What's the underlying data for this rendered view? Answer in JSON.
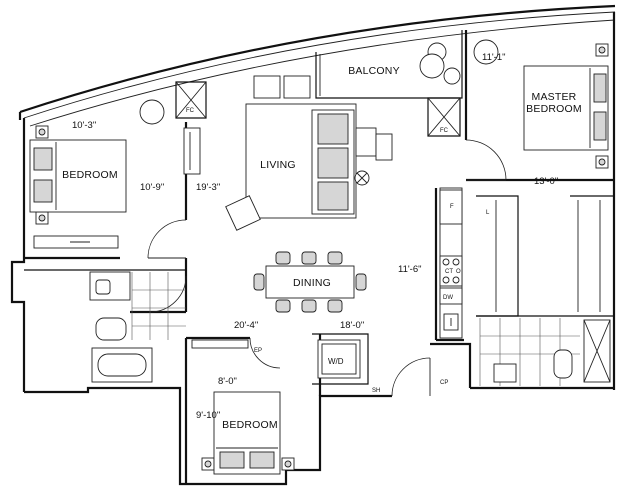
{
  "rooms": {
    "balcony": "BALCONY",
    "living": "LIVING",
    "dining": "DINING",
    "bedroom_left": "BEDROOM",
    "bedroom_bottom": "BEDROOM",
    "master_line1": "MASTER",
    "master_line2": "BEDROOM"
  },
  "dimensions": {
    "bedroom_left_width": "10'-3\"",
    "bedroom_left_length": "10'-9\"",
    "living_length": "19'-3\"",
    "master_width": "11'-1\"",
    "master_length": "13'-0\"",
    "kitchen_length": "11'-6\"",
    "dining_width": "20'-4\"",
    "kitchen_width": "18'-0\"",
    "bedroom_bottom_width": "8'-0\"",
    "bedroom_bottom_length": "9'-10\""
  },
  "tags": {
    "fc_left": "FC",
    "fc_right": "FC",
    "fridge": "F",
    "cooktop": "CT",
    "oven": "O",
    "dishwasher": "DW",
    "laundry": "W/D",
    "electrical_panel": "EP",
    "shelf": "SH",
    "closet_pantry": "CP",
    "linen": "L"
  }
}
